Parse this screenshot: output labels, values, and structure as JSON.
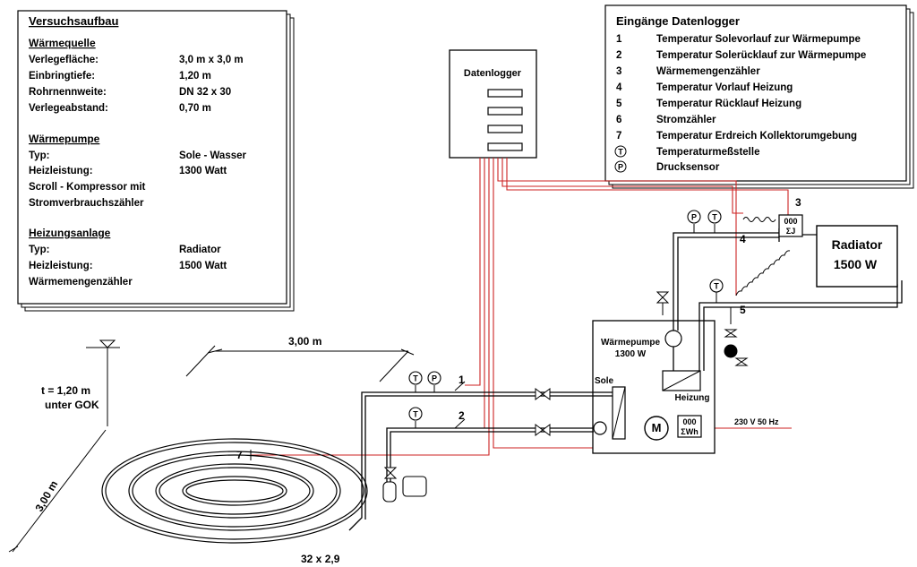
{
  "left_panel": {
    "title": "Versuchsaufbau",
    "waermequelle": {
      "heading": "Wärmequelle",
      "rows": [
        {
          "label": "Verlegefläche:",
          "value": "3,0 m x 3,0 m"
        },
        {
          "label": "Einbringtiefe:",
          "value": "1,20 m"
        },
        {
          "label": "Rohrnennweite:",
          "value": "DN 32 x 30"
        },
        {
          "label": "Verlegeabstand:",
          "value": "0,70 m"
        }
      ]
    },
    "waermepumpe": {
      "heading": "Wärmepumpe",
      "rows": [
        {
          "label": "Typ:",
          "value": "Sole - Wasser"
        },
        {
          "label": "Heizleistung:",
          "value": "1300 Watt"
        }
      ],
      "note1": "Scroll - Kompressor mit",
      "note2": "Stromverbrauchszähler"
    },
    "heizungsanlage": {
      "heading": "Heizungsanlage",
      "rows": [
        {
          "label": "Typ:",
          "value": "Radiator"
        },
        {
          "label": "Heizleistung:",
          "value": "1500 Watt"
        }
      ],
      "note1": "Wärmemengenzähler"
    }
  },
  "right_panel": {
    "title": "Eingänge Datenlogger",
    "items": [
      {
        "num": "1",
        "text": "Temperatur Solevorlauf zur Wärmepumpe"
      },
      {
        "num": "2",
        "text": "Temperatur Solerücklauf zur Wärmepumpe"
      },
      {
        "num": "3",
        "text": "Wärmemengenzähler"
      },
      {
        "num": "4",
        "text": "Temperatur Vorlauf Heizung"
      },
      {
        "num": "5",
        "text": "Temperatur Rücklauf Heizung"
      },
      {
        "num": "6",
        "text": "Stromzähler"
      },
      {
        "num": "7",
        "text": "Temperatur Erdreich Kollektorumgebung"
      }
    ],
    "symbols": [
      {
        "sym": "T",
        "text": "Temperaturmeßstelle"
      },
      {
        "sym": "P",
        "text": "Drucksensor"
      }
    ]
  },
  "datalogger": {
    "label": "Datenlogger"
  },
  "radiator": {
    "line1": "Radiator",
    "line2": "1500 W"
  },
  "heatpump": {
    "line1": "Wärmepumpe",
    "line2": "1300 W",
    "sole": "Sole",
    "heizung": "Heizung",
    "motor": "M"
  },
  "meters": {
    "heat_display": "000",
    "heat_unit": "ΣJ",
    "power_display": "000",
    "power_unit": "ΣWh"
  },
  "power_supply": "230 V 50 Hz",
  "callouts": {
    "n1": "1",
    "n2": "2",
    "n3": "3",
    "n4": "4",
    "n5": "5",
    "n7": "7"
  },
  "symbol_letters": {
    "t": "T",
    "p": "P"
  },
  "dimensions": {
    "width_top": "3,00 m",
    "width_left": "3,00 m",
    "depth_line1": "t = 1,20 m",
    "depth_line2": "unter GOK",
    "pipe": "32 x 2,9"
  },
  "colors": {
    "line": "#000000",
    "signal": "#cc2222"
  }
}
